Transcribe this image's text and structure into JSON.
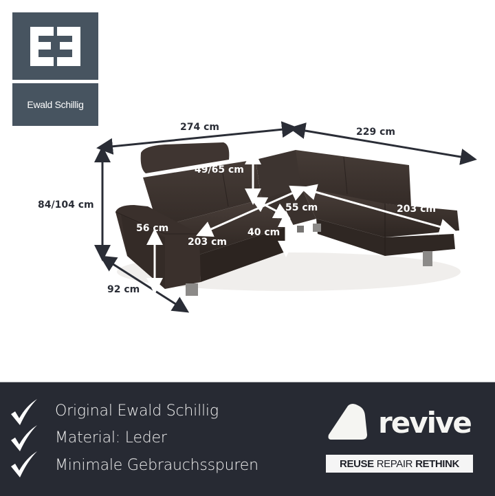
{
  "brand": {
    "logo_text": "Ewald Schillig",
    "logo_color": "#475460"
  },
  "product_image": {
    "subject": "brown leather corner sofa",
    "sofa_color": "#3b322e",
    "dimensions": {
      "total_width_left": "274 cm",
      "total_width_right": "229 cm",
      "height": "84/104 cm",
      "depth": "92 cm",
      "backrest_height": "49/65 cm",
      "seat_depth": "55 cm",
      "seat_height": "40 cm",
      "armrest_height": "56 cm",
      "seat_width_left": "203 cm",
      "seat_width_right": "203 cm"
    }
  },
  "features": {
    "items": [
      {
        "icon": "checkmark-icon",
        "label": "Original Ewald Schillig"
      },
      {
        "icon": "checkmark-icon",
        "label": "Material: Leder"
      },
      {
        "icon": "checkmark-icon",
        "label": "Minimale Gebrauchsspuren"
      }
    ],
    "panel_color": "#272a33"
  },
  "revive": {
    "wordmark": "revive",
    "tagline_reuse": "REUSE",
    "tagline_repair": "REPAIR",
    "tagline_rethink": "RETHINK"
  }
}
